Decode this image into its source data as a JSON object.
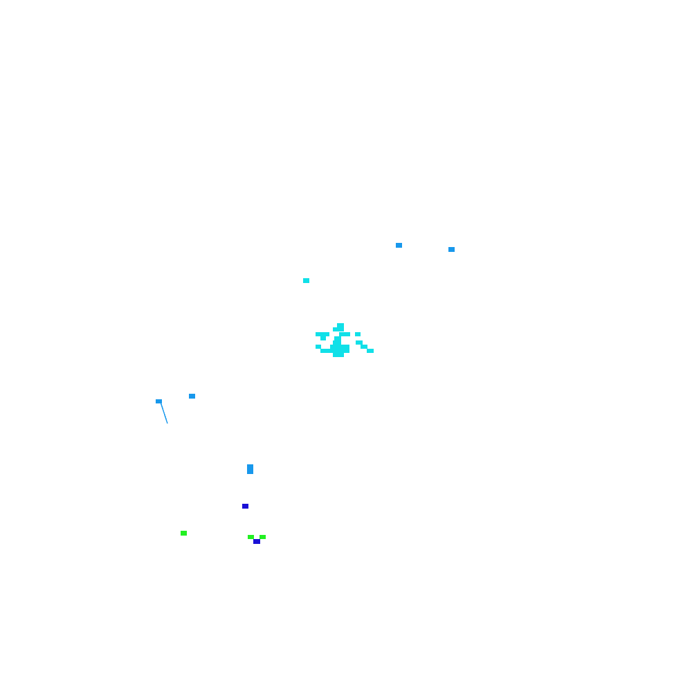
{
  "colors": {
    "background": "#ffffff",
    "cyan": "#11e0e8",
    "sky_blue": "#1898ec",
    "blue": "#1a10d6",
    "green": "#22f022"
  },
  "marks": {
    "cyan_cluster": "cyan",
    "cyan_single": "cyan",
    "sky_blue_dots": "sky_blue",
    "sky_blue_stroke": "sky_blue",
    "blue_dots": "blue",
    "green_dots": "green"
  }
}
